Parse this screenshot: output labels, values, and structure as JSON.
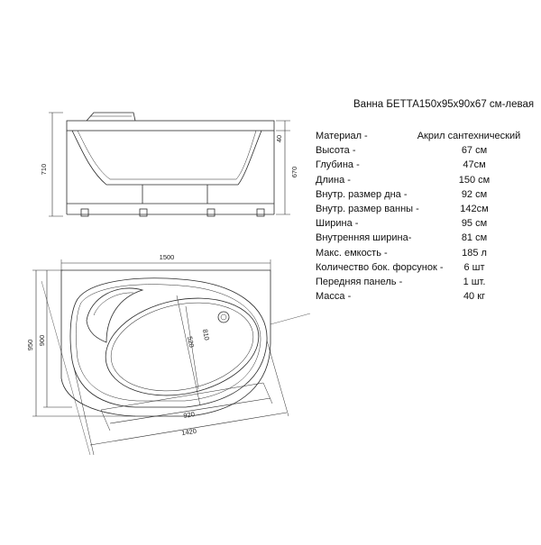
{
  "title": "Ванна БЕТТА150х95х90х67 см-левая",
  "specs": [
    {
      "label": "Материал -",
      "value": "Акрил сантехнический"
    },
    {
      "label": "Высота -",
      "value": "67 см"
    },
    {
      "label": "Глубина -",
      "value": "47см"
    },
    {
      "label": "Длина -",
      "value": "150 см"
    },
    {
      "label": "Внутр. размер дна -",
      "value": "92 см"
    },
    {
      "label": "Внутр. размер ванны -",
      "value": "142см"
    },
    {
      "label": "Ширина -",
      "value": "95 см"
    },
    {
      "label": "Внутренняя ширина-",
      "value": "81 см"
    },
    {
      "label": "Макс. емкость -",
      "value": "185 л"
    },
    {
      "label": "Количество бок. форсунок -",
      "value": "6 шт"
    },
    {
      "label": "Передняя панель -",
      "value": "1 шт."
    },
    {
      "label": "Масса -",
      "value": "40 кг"
    }
  ],
  "side_view": {
    "dim_height_total": "710",
    "dim_rim": "40",
    "dim_height_inner": "670"
  },
  "top_view": {
    "dim_length": "1500",
    "dim_width_outer": "950",
    "dim_width": "900",
    "dim_inner_width": "810",
    "dim_inner_short": "520",
    "dim_bottom_length": "920",
    "dim_inner_length": "1420"
  },
  "colors": {
    "line": "#2a2a2a",
    "paper": "#ffffff"
  }
}
